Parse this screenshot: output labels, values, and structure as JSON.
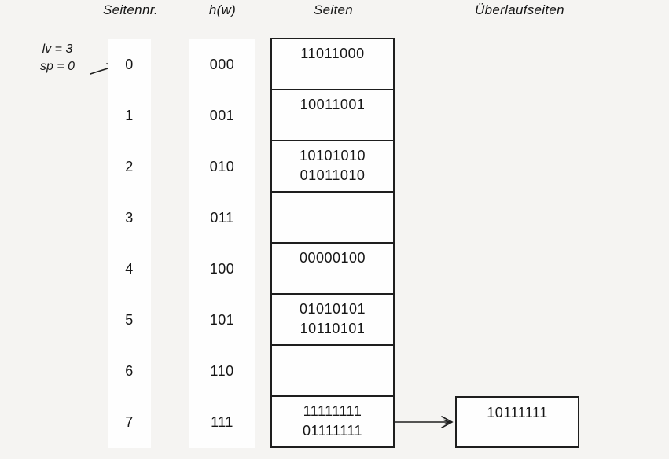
{
  "palette": {
    "background": "#f5f4f2",
    "surface": "#fefefe",
    "border": "#1e1e1e",
    "text": "#161616"
  },
  "headers": {
    "seitennr": "Seitennr.",
    "hw": "h(w)",
    "seiten": "Seiten",
    "ueberlaufseiten": "Überlaufseiten"
  },
  "annotation": {
    "line1": "lv = 3",
    "line2": "sp = 0"
  },
  "icons": {
    "split_pointer_arrow": "arrow-up-right",
    "overflow_arrow": "arrow-right"
  },
  "rows": [
    {
      "nr": "0",
      "hash": "000",
      "entries": [
        "11011000"
      ]
    },
    {
      "nr": "1",
      "hash": "001",
      "entries": [
        "10011001"
      ]
    },
    {
      "nr": "2",
      "hash": "010",
      "entries": [
        "10101010",
        "01011010"
      ]
    },
    {
      "nr": "3",
      "hash": "011",
      "entries": []
    },
    {
      "nr": "4",
      "hash": "100",
      "entries": [
        "00000100"
      ]
    },
    {
      "nr": "5",
      "hash": "101",
      "entries": [
        "01010101",
        "10110101"
      ]
    },
    {
      "nr": "6",
      "hash": "110",
      "entries": []
    },
    {
      "nr": "7",
      "hash": "111",
      "entries": [
        "11111111",
        "01111111"
      ]
    }
  ],
  "overflow": {
    "attached_to_row": "7",
    "value": "10111111"
  }
}
